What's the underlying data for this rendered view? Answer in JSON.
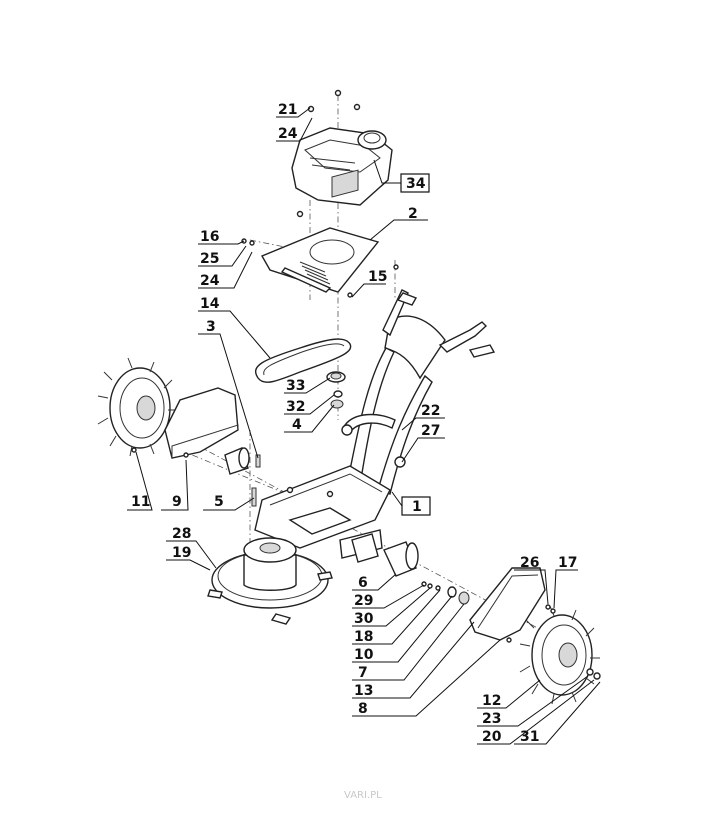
{
  "labels": [
    {
      "id": "21",
      "text": "21"
    },
    {
      "id": "24a",
      "text": "24"
    },
    {
      "id": "34",
      "text": "34"
    },
    {
      "id": "2",
      "text": "2"
    },
    {
      "id": "16",
      "text": "16"
    },
    {
      "id": "25",
      "text": "25"
    },
    {
      "id": "24b",
      "text": "24"
    },
    {
      "id": "15",
      "text": "15"
    },
    {
      "id": "14",
      "text": "14"
    },
    {
      "id": "3",
      "text": "3"
    },
    {
      "id": "33",
      "text": "33"
    },
    {
      "id": "32",
      "text": "32"
    },
    {
      "id": "4",
      "text": "4"
    },
    {
      "id": "22",
      "text": "22"
    },
    {
      "id": "27",
      "text": "27"
    },
    {
      "id": "11",
      "text": "11"
    },
    {
      "id": "9",
      "text": "9"
    },
    {
      "id": "5",
      "text": "5"
    },
    {
      "id": "1",
      "text": "1"
    },
    {
      "id": "28",
      "text": "28"
    },
    {
      "id": "19",
      "text": "19"
    },
    {
      "id": "6",
      "text": "6"
    },
    {
      "id": "29",
      "text": "29"
    },
    {
      "id": "30",
      "text": "30"
    },
    {
      "id": "18",
      "text": "18"
    },
    {
      "id": "10",
      "text": "10"
    },
    {
      "id": "7",
      "text": "7"
    },
    {
      "id": "13",
      "text": "13"
    },
    {
      "id": "8",
      "text": "8"
    },
    {
      "id": "26",
      "text": "26"
    },
    {
      "id": "17",
      "text": "17"
    },
    {
      "id": "12",
      "text": "12"
    },
    {
      "id": "23",
      "text": "23"
    },
    {
      "id": "20",
      "text": "20"
    },
    {
      "id": "31",
      "text": "31"
    }
  ],
  "watermark": "VARI.PL"
}
